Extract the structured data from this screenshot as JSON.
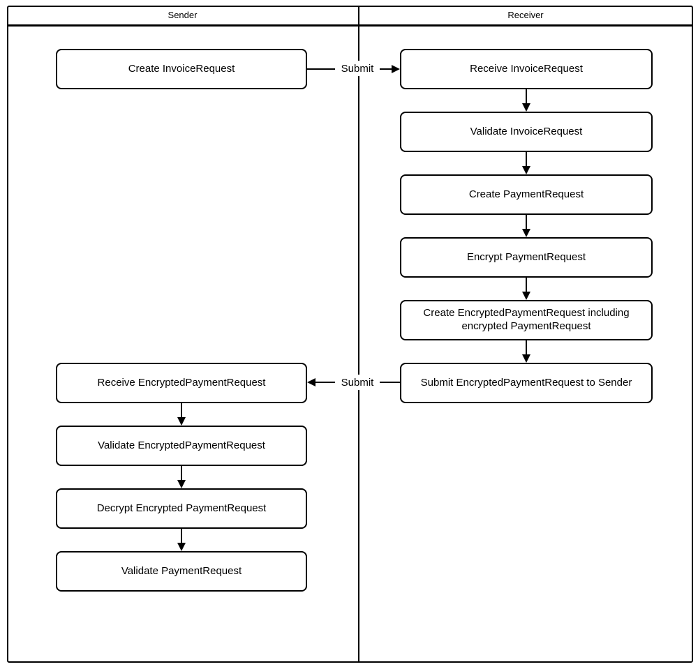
{
  "header": {
    "lanes": [
      {
        "label": "Sender"
      },
      {
        "label": "Receiver"
      }
    ]
  },
  "nodes": {
    "sender": [
      {
        "label": "Create InvoiceRequest"
      },
      {
        "label": "Receive EncryptedPaymentRequest"
      },
      {
        "label": "Validate EncryptedPaymentRequest"
      },
      {
        "label": "Decrypt Encrypted PaymentRequest"
      },
      {
        "label": "Validate PaymentRequest"
      }
    ],
    "receiver": [
      {
        "label": "Receive InvoiceRequest"
      },
      {
        "label": "Validate InvoiceRequest"
      },
      {
        "label": "Create PaymentRequest"
      },
      {
        "label": "Encrypt PaymentRequest"
      },
      {
        "label": "Create EncryptedPaymentRequest including encrypted PaymentRequest"
      },
      {
        "label": "Submit EncryptedPaymentRequest to Sender"
      }
    ]
  },
  "edges": {
    "top_submit": {
      "label": "Submit"
    },
    "bottom_submit": {
      "label": "Submit"
    }
  },
  "colors": {
    "line": "#000000",
    "background": "#ffffff",
    "text": "#000000"
  }
}
